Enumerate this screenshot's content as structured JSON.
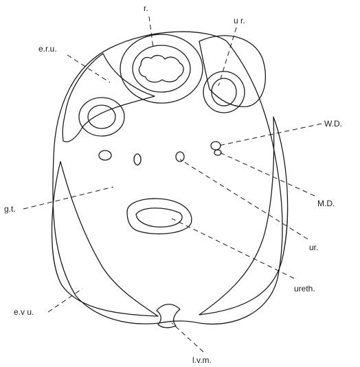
{
  "diagram": {
    "labels": {
      "r": "r.",
      "ur_top": "u r.",
      "eru": "e.r.u.",
      "wd": "W.D.",
      "gt": "g.t.",
      "md": "M.D.",
      "ur_bottom": "ur.",
      "ureth": "ureth.",
      "evu": "e.v u.",
      "lvm": "l.v.m."
    },
    "colors": {
      "ink": "#1a1a1a",
      "background": "#ffffff"
    }
  }
}
